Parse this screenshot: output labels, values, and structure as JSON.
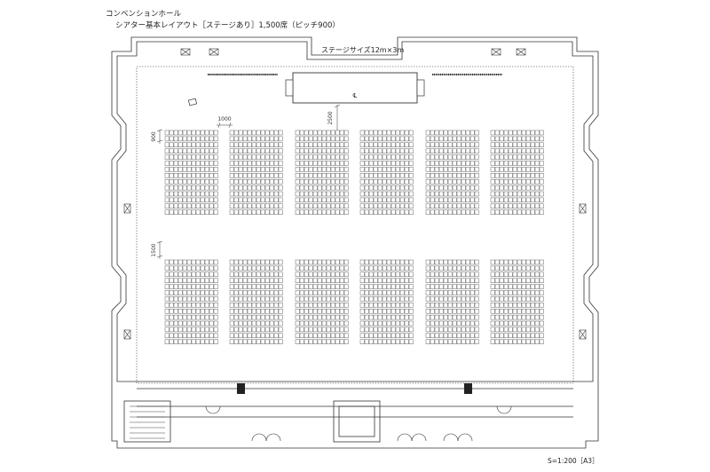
{
  "header": {
    "venue": "コンベンションホール",
    "layout_title": "シアター基本レイアウト［ステージあり］1,500席（ピッチ900）"
  },
  "stage": {
    "size_label": "ステージサイズ12m×3m",
    "center_mark": "℄"
  },
  "dimensions": {
    "block_gap": "1000",
    "stage_to_seats": "2500",
    "row_pitch": "900",
    "cross_aisle": "1500"
  },
  "footer": {
    "scale": "S=1:200［A3］"
  },
  "seating": {
    "columns": 6,
    "seats_per_row": 12,
    "upper_rows": 14,
    "lower_rows": 14
  }
}
